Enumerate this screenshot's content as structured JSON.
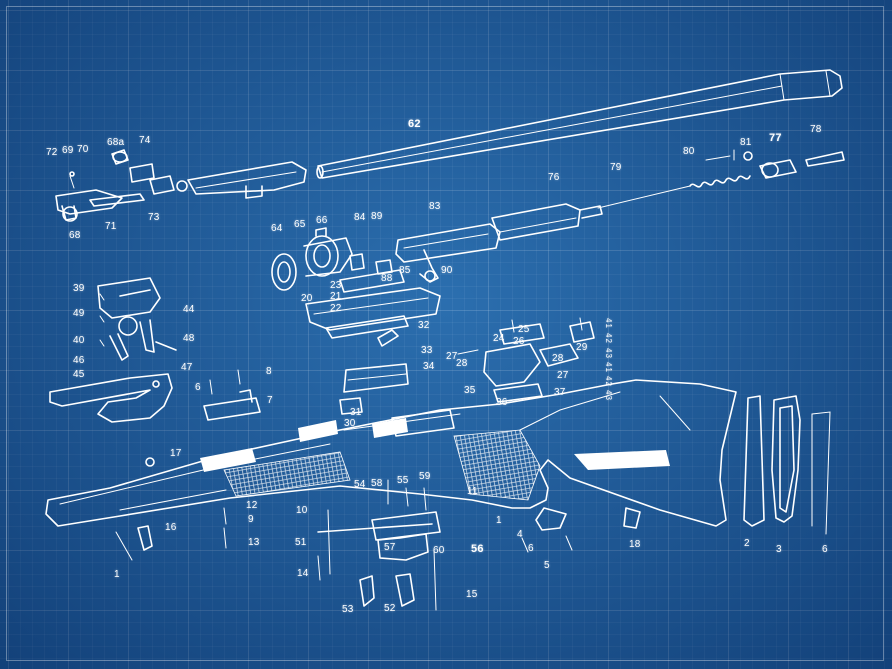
{
  "diagram": {
    "colors": {
      "background": "#1d5f9f",
      "lines": "#ffffff",
      "grid": "#4f86bf"
    },
    "labels": [
      {
        "id": "l62",
        "text": "62"
      },
      {
        "id": "l72",
        "text": "72"
      },
      {
        "id": "l69",
        "text": "69"
      },
      {
        "id": "l70",
        "text": "70"
      },
      {
        "id": "l68a",
        "text": "68a"
      },
      {
        "id": "l74",
        "text": "74"
      },
      {
        "id": "l68",
        "text": "68"
      },
      {
        "id": "l71",
        "text": "71"
      },
      {
        "id": "l73",
        "text": "73"
      },
      {
        "id": "l80",
        "text": "80"
      },
      {
        "id": "l81",
        "text": "81"
      },
      {
        "id": "l77",
        "text": "77"
      },
      {
        "id": "l78",
        "text": "78"
      },
      {
        "id": "l79",
        "text": "79"
      },
      {
        "id": "l76",
        "text": "76"
      },
      {
        "id": "l83",
        "text": "83"
      },
      {
        "id": "l84",
        "text": "84"
      },
      {
        "id": "l89",
        "text": "89"
      },
      {
        "id": "l66",
        "text": "66"
      },
      {
        "id": "l65",
        "text": "65"
      },
      {
        "id": "l64",
        "text": "64"
      },
      {
        "id": "l90",
        "text": "90"
      },
      {
        "id": "l85",
        "text": "85"
      },
      {
        "id": "l88",
        "text": "88"
      },
      {
        "id": "l23",
        "text": "23"
      },
      {
        "id": "l20",
        "text": "20"
      },
      {
        "id": "l21",
        "text": "21"
      },
      {
        "id": "l22",
        "text": "22"
      },
      {
        "id": "l32",
        "text": "32"
      },
      {
        "id": "l33",
        "text": "33"
      },
      {
        "id": "l34",
        "text": "34"
      },
      {
        "id": "l31",
        "text": "31"
      },
      {
        "id": "l30",
        "text": "30"
      },
      {
        "id": "l39",
        "text": "39"
      },
      {
        "id": "l49",
        "text": "49"
      },
      {
        "id": "l44",
        "text": "44"
      },
      {
        "id": "l48",
        "text": "48"
      },
      {
        "id": "l40",
        "text": "40"
      },
      {
        "id": "l46",
        "text": "46"
      },
      {
        "id": "l47",
        "text": "47"
      },
      {
        "id": "l45",
        "text": "45"
      },
      {
        "id": "l6a",
        "text": "6"
      },
      {
        "id": "l8",
        "text": "8"
      },
      {
        "id": "l7",
        "text": "7"
      },
      {
        "id": "l25",
        "text": "25"
      },
      {
        "id": "l24",
        "text": "24"
      },
      {
        "id": "l26",
        "text": "26"
      },
      {
        "id": "l27a",
        "text": "27"
      },
      {
        "id": "l28a",
        "text": "28"
      },
      {
        "id": "l29",
        "text": "29"
      },
      {
        "id": "l28b",
        "text": "28"
      },
      {
        "id": "l27b",
        "text": "27"
      },
      {
        "id": "l35",
        "text": "35"
      },
      {
        "id": "l36",
        "text": "36"
      },
      {
        "id": "l37",
        "text": "37"
      },
      {
        "id": "l17",
        "text": "17"
      },
      {
        "id": "l11",
        "text": "11"
      },
      {
        "id": "l12",
        "text": "12"
      },
      {
        "id": "l9",
        "text": "9"
      },
      {
        "id": "l10",
        "text": "10"
      },
      {
        "id": "l13",
        "text": "13"
      },
      {
        "id": "l16",
        "text": "16"
      },
      {
        "id": "l1a",
        "text": "1"
      },
      {
        "id": "l54",
        "text": "54"
      },
      {
        "id": "l58",
        "text": "58"
      },
      {
        "id": "l55",
        "text": "55"
      },
      {
        "id": "l59",
        "text": "59"
      },
      {
        "id": "l51",
        "text": "51"
      },
      {
        "id": "l57",
        "text": "57"
      },
      {
        "id": "l60",
        "text": "60"
      },
      {
        "id": "l56",
        "text": "56"
      },
      {
        "id": "l14",
        "text": "14"
      },
      {
        "id": "l15",
        "text": "15"
      },
      {
        "id": "l53",
        "text": "53"
      },
      {
        "id": "l52",
        "text": "52"
      },
      {
        "id": "l1b",
        "text": "1"
      },
      {
        "id": "l4",
        "text": "4"
      },
      {
        "id": "l6b",
        "text": "6"
      },
      {
        "id": "l5",
        "text": "5"
      },
      {
        "id": "l18",
        "text": "18"
      },
      {
        "id": "l2",
        "text": "2"
      },
      {
        "id": "l3",
        "text": "3"
      },
      {
        "id": "l6c",
        "text": "6"
      },
      {
        "id": "lv1",
        "text": "41"
      },
      {
        "id": "lv2",
        "text": "42"
      },
      {
        "id": "lv3",
        "text": "43"
      },
      {
        "id": "lv4",
        "text": "41"
      },
      {
        "id": "lv5",
        "text": "42"
      },
      {
        "id": "lv6",
        "text": "43"
      }
    ]
  }
}
